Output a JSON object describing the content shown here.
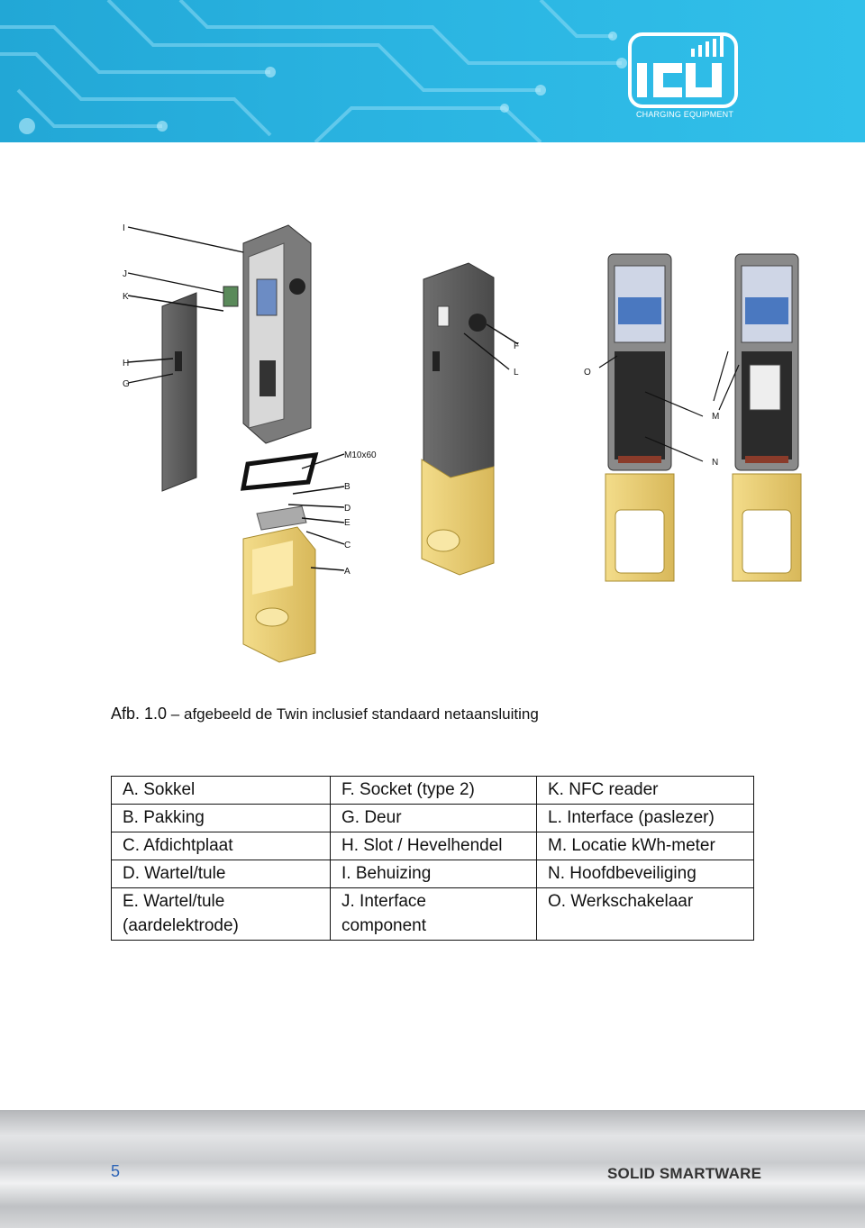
{
  "header": {
    "logo_text": "ICU",
    "logo_subtitle": "CHARGING EQUIPMENT",
    "brand_color": "#2bb5e2"
  },
  "figure": {
    "callouts": {
      "I": "I",
      "J": "J",
      "K": "K",
      "H": "H",
      "G": "G",
      "M10x60": "M10x60",
      "B": "B",
      "D": "D",
      "E": "E",
      "C": "C",
      "A": "A",
      "F": "F",
      "L": "L",
      "O": "O",
      "M": "M",
      "N": "N"
    }
  },
  "caption": {
    "prefix": "Afb. 1.0",
    "dash": "–",
    "text": "afgebeeld de Twin inclusief standaard netaansluiting"
  },
  "legend": {
    "rows": [
      [
        "A. Sokkel",
        "F. Socket (type 2)",
        "K. NFC reader"
      ],
      [
        "B. Pakking",
        "G. Deur",
        "L. Interface (paslezer)"
      ],
      [
        "C. Afdichtplaat",
        "H. Slot / Hevelhendel",
        "M. Locatie kWh-meter"
      ],
      [
        "D. Wartel/tule",
        "I. Behuizing",
        "N. Hoofdbeveiliging"
      ],
      [
        "E. Wartel/tule\n(aardelektrode)",
        "J. Interface\ncomponent",
        "O. Werkschakelaar"
      ]
    ]
  },
  "footer": {
    "page_number": "5",
    "brand": "SOLID SMARTWARE"
  }
}
